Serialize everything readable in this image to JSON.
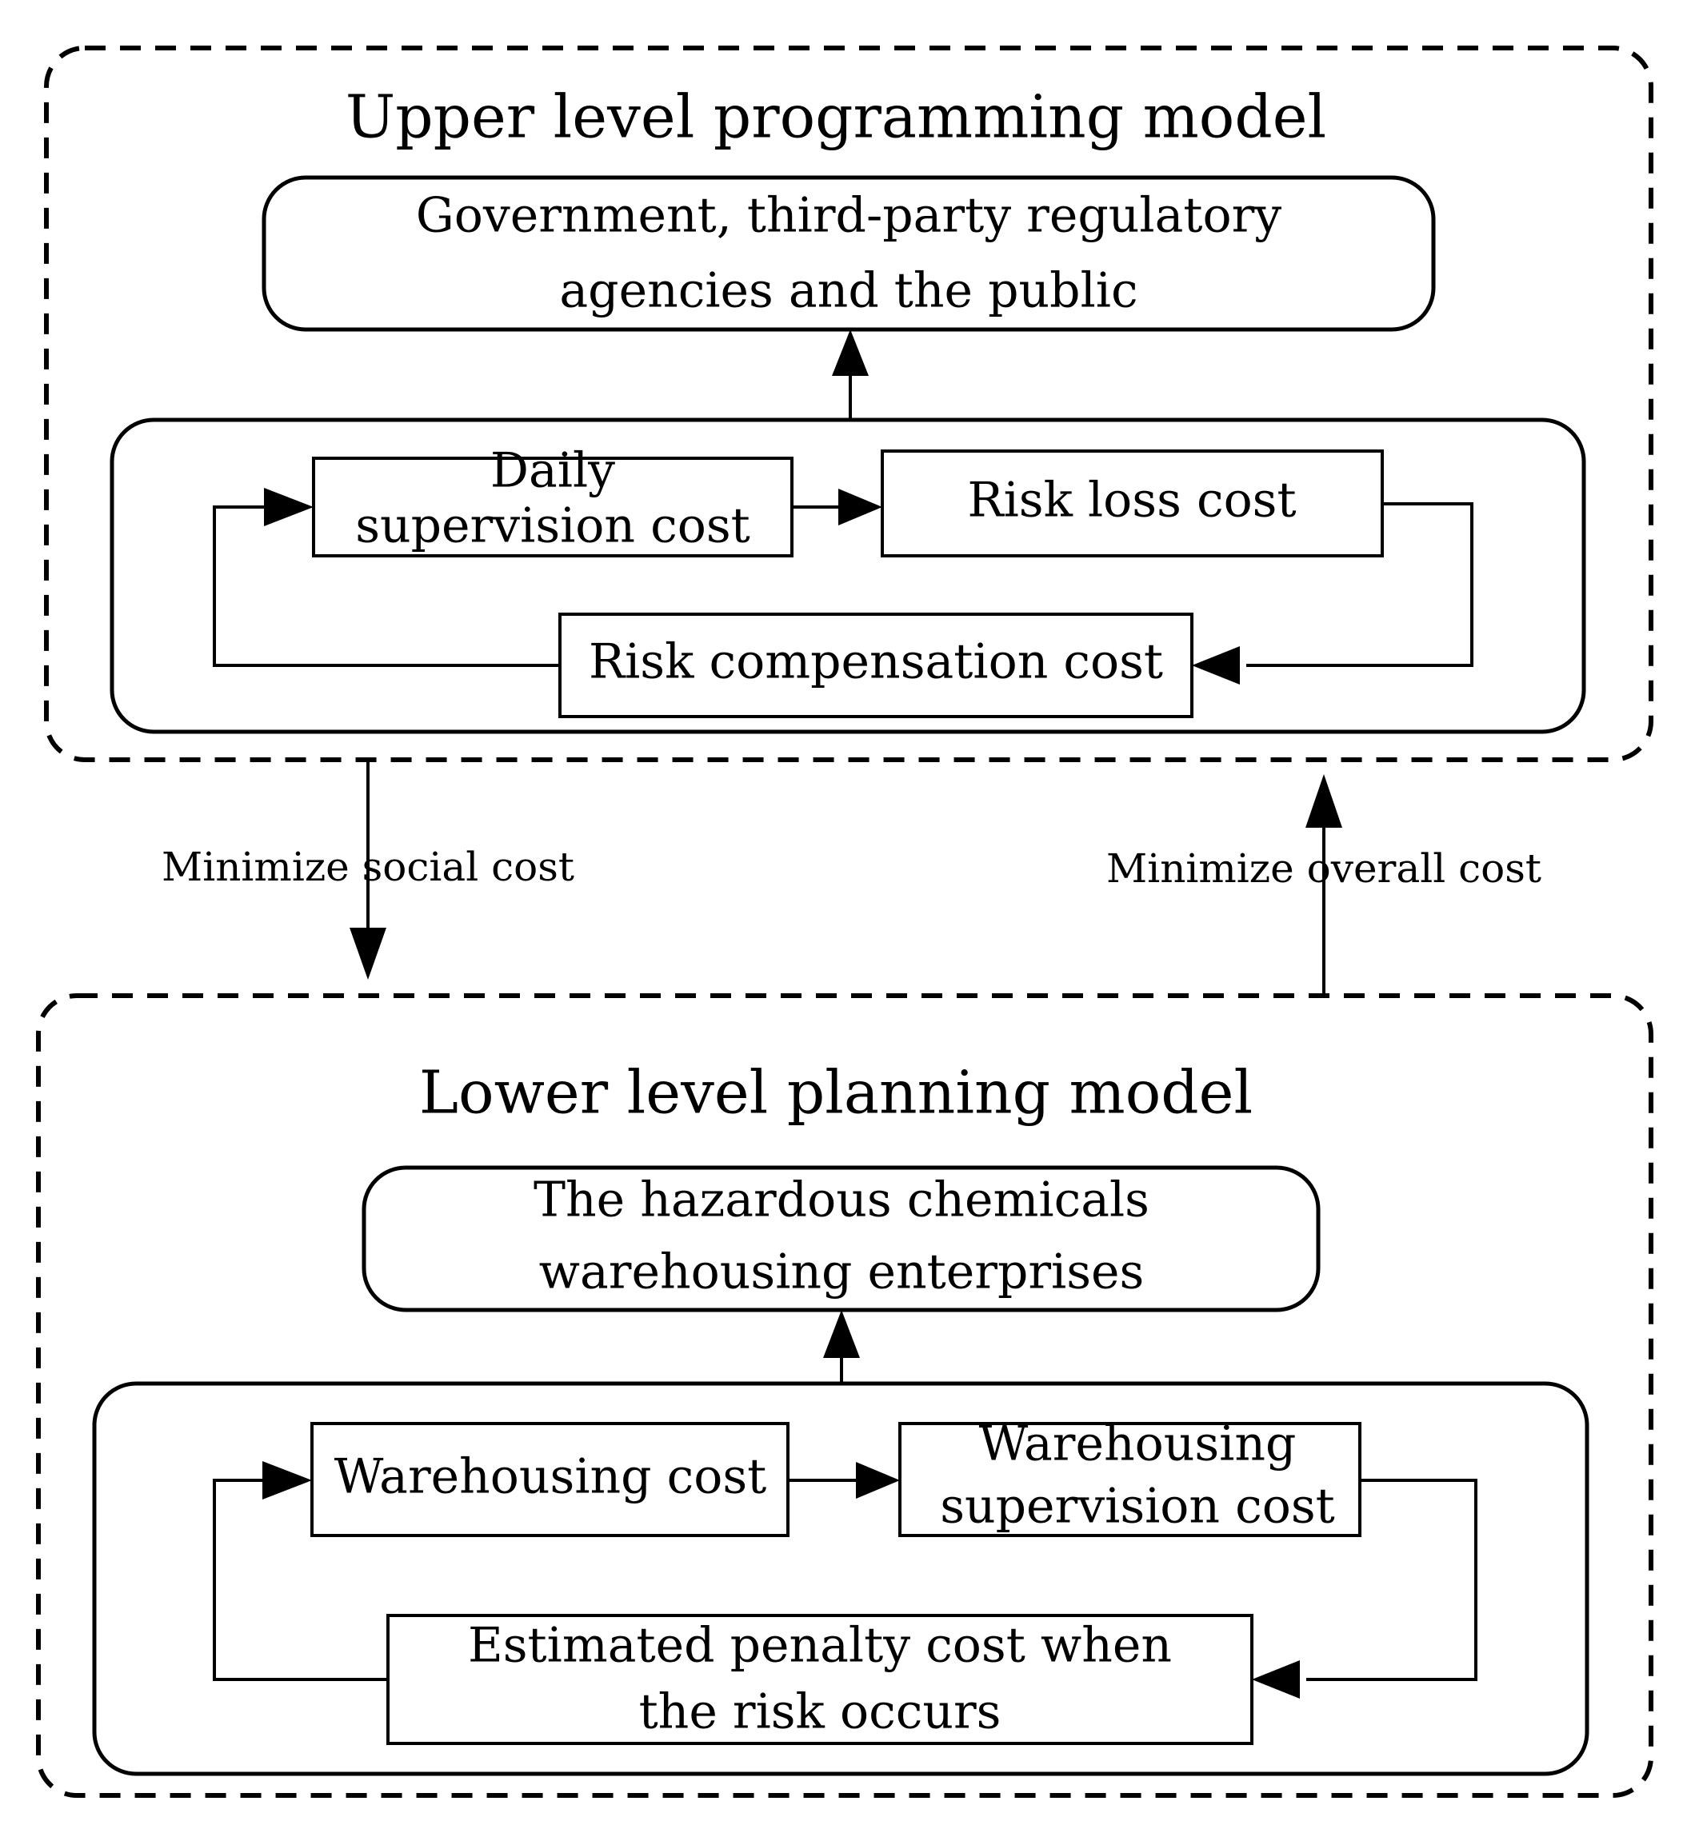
{
  "diagram": {
    "type": "bi-level-programming-flow",
    "background_color": "#ffffff",
    "line_color": "#000000",
    "upper": {
      "title": "Upper level programming model",
      "actor": {
        "line1": "Government, third-party regulatory",
        "line2": "agencies and the public"
      },
      "cost_nodes": [
        {
          "id": "daily-supervision-cost",
          "line1": "Daily",
          "line2": "supervision cost"
        },
        {
          "id": "risk-loss-cost",
          "line1": "Risk loss cost",
          "line2": ""
        },
        {
          "id": "risk-compensation-cost",
          "line1": "Risk compensation cost",
          "line2": ""
        }
      ]
    },
    "lower": {
      "title": "Lower level planning model",
      "actor": {
        "line1": "The hazardous chemicals",
        "line2": "warehousing enterprises"
      },
      "cost_nodes": [
        {
          "id": "warehousing-cost",
          "line1": "Warehousing cost",
          "line2": ""
        },
        {
          "id": "warehousing-supervision-cost",
          "line1": "Warehousing",
          "line2": "supervision cost"
        },
        {
          "id": "estimated-penalty-cost",
          "line1": "Estimated penalty cost when",
          "line2": "the risk occurs"
        }
      ]
    },
    "link_labels": {
      "downward": "Minimize social cost",
      "upward": "Minimize overall cost"
    }
  }
}
